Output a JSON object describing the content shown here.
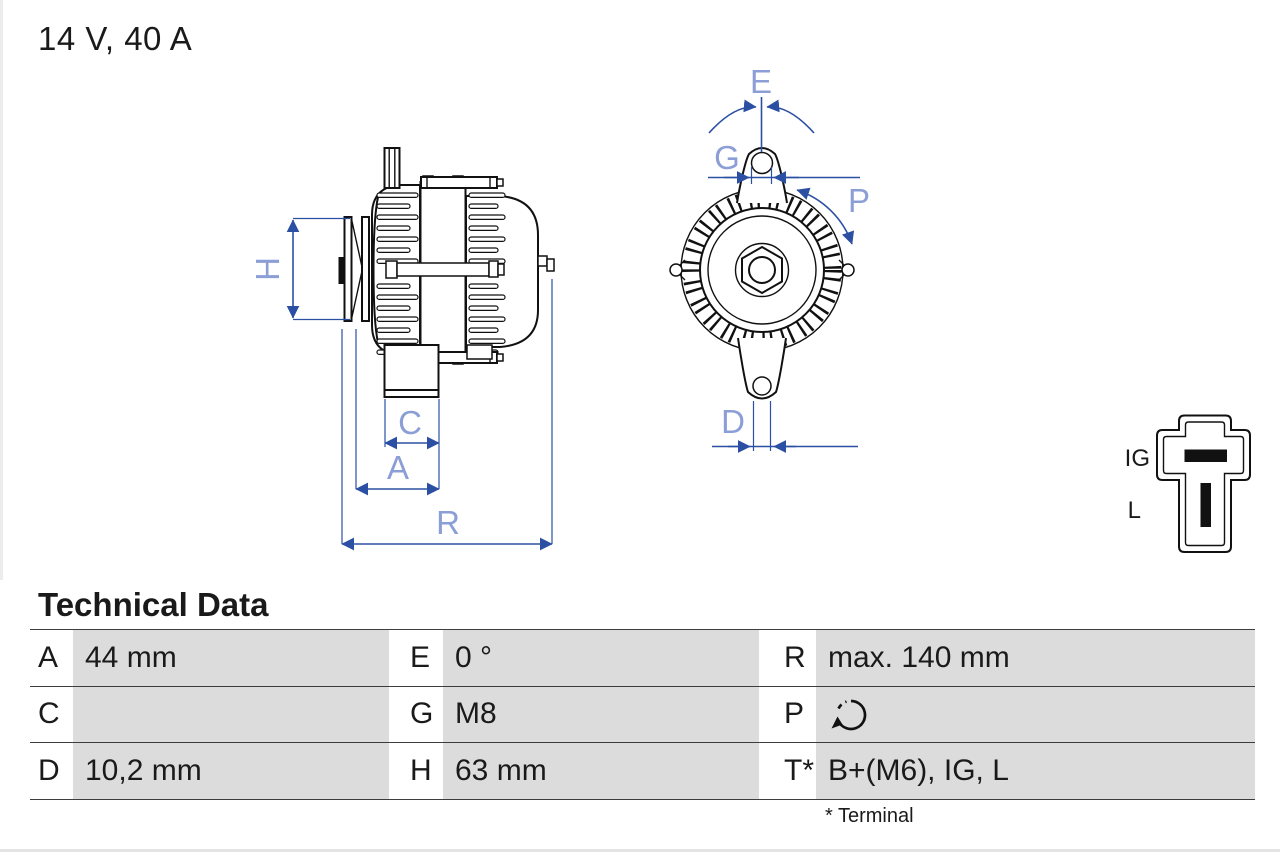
{
  "title": "14 V, 40 A",
  "diagram": {
    "dim_labels": {
      "H": "H",
      "C": "C",
      "A": "A",
      "R": "R",
      "E": "E",
      "G": "G",
      "P": "P",
      "D": "D"
    },
    "connector": {
      "pins": [
        {
          "label": "IG"
        },
        {
          "label": "L"
        }
      ]
    }
  },
  "table": {
    "heading": "Technical Data",
    "rows": [
      [
        {
          "label": "A",
          "value": "44 mm"
        },
        {
          "label": "E",
          "value": "0 °"
        },
        {
          "label": "R",
          "value": "max. 140 mm"
        }
      ],
      [
        {
          "label": "C",
          "value": ""
        },
        {
          "label": "G",
          "value": "M8"
        },
        {
          "label": "P",
          "value": "",
          "icon": "rotation-direction-icon"
        }
      ],
      [
        {
          "label": "D",
          "value": "10,2 mm"
        },
        {
          "label": "H",
          "value": "63 mm"
        },
        {
          "label": "T*",
          "value": "B+(M6), IG, L"
        }
      ]
    ],
    "footnote": "* Terminal"
  },
  "colors": {
    "dimension_blue": "#2b50a3",
    "label_blue": "#8c9ed6",
    "cell_gray": "#dcdcdc",
    "table_line": "#3d3d3d",
    "drawing_black": "#111111"
  }
}
